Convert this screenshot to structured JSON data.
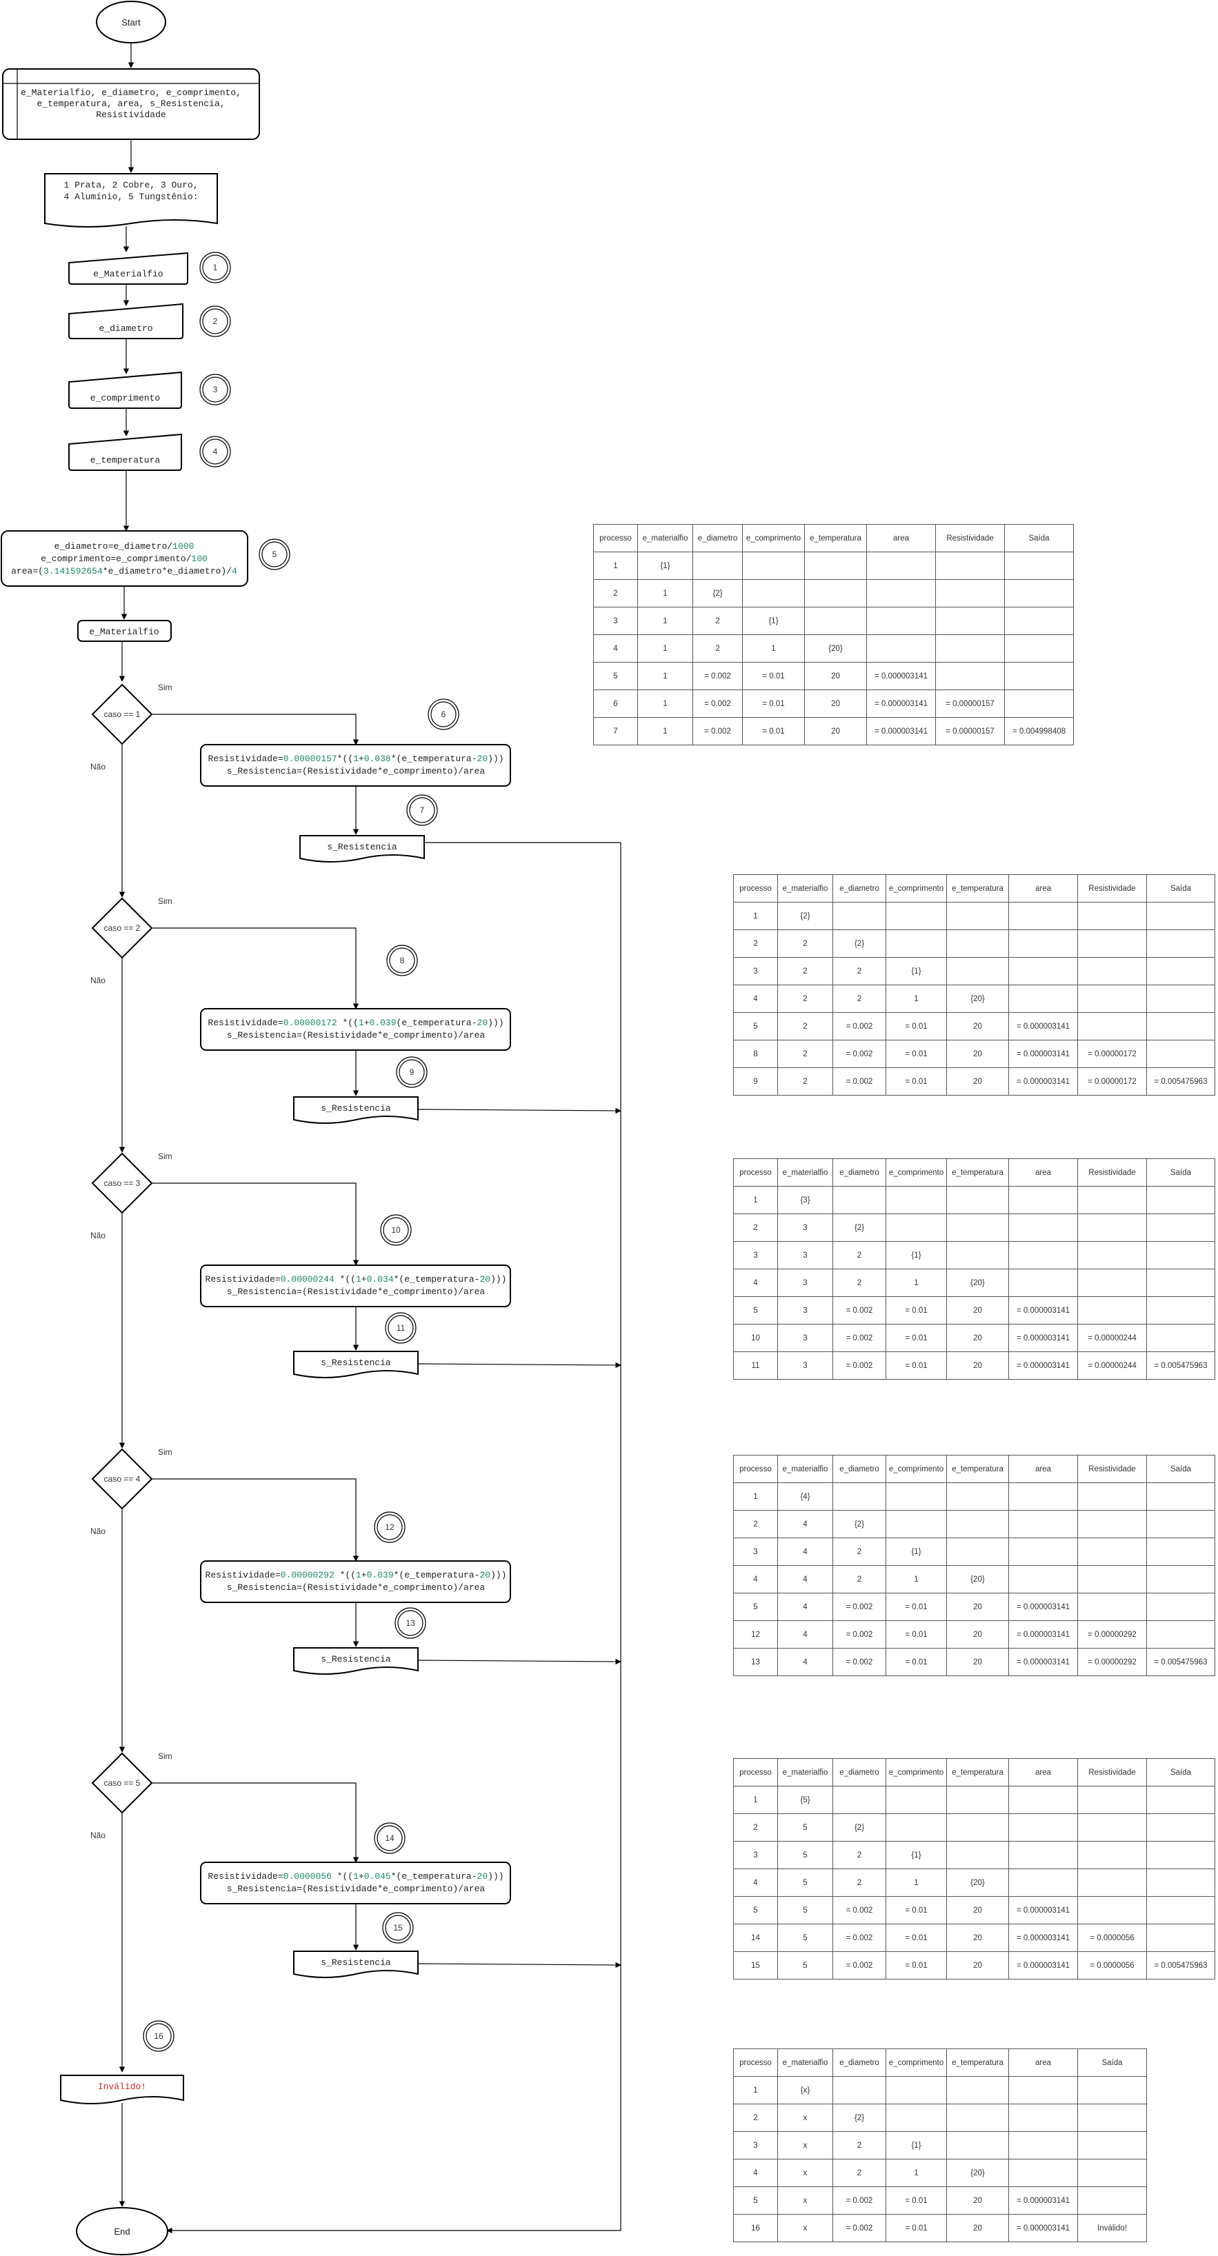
{
  "flow": {
    "start": "Start",
    "end": "End",
    "declare": [
      "e_Materialfio, e_diametro, e_comprimento,",
      "e_temperatura, area, s_Resistencia,",
      "Resistividade"
    ],
    "menu": [
      "1 Prata, 2 Cobre, 3 Ouro,",
      "4 Alumínio, 5 Tungstênio:"
    ],
    "inputs": [
      "e_Materialfio",
      "e_diametro",
      "e_comprimento",
      "e_temperatura"
    ],
    "calc": [
      "e_diametro=e_diametro/1000",
      "e_comprimento=e_comprimento/100",
      "area=(3.141592654*e_diametro*e_diametro)/4"
    ],
    "switch_var": "e_Materialfio",
    "yes": "Sim",
    "no": "Não",
    "cases": [
      {
        "cond": "caso == 1",
        "formula": "Resistividade=0.00000157*((1+0.038*(e_temperatura-20)))",
        "output": "s_Resistencia",
        "step_a": "6",
        "step_b": "7"
      },
      {
        "cond": "caso == 2",
        "formula": "Resistividade=0.00000172 *((1+0.039(e_temperatura-20)))",
        "output": "s_Resistencia",
        "step_a": "8",
        "step_b": "9"
      },
      {
        "cond": "caso == 3",
        "formula": "Resistividade=0.00000244 *((1+0.034*(e_temperatura-20)))",
        "output": "s_Resistencia",
        "step_a": "10",
        "step_b": "11"
      },
      {
        "cond": "caso == 4",
        "formula": "Resistividade=0.00000292 *((1+0.039*(e_temperatura-20)))",
        "output": "s_Resistencia",
        "step_a": "12",
        "step_b": "13"
      },
      {
        "cond": "caso == 5",
        "formula": "Resistividade=0.0000056 *((1+0.045*(e_temperatura-20)))",
        "output": "s_Resistencia",
        "step_a": "14",
        "step_b": "15"
      }
    ],
    "formula2": "s_Resistencia=(Resistividade*e_comprimento)/area",
    "invalid": "Inválido!",
    "steps": [
      "1",
      "2",
      "3",
      "4",
      "5",
      "16"
    ]
  },
  "tables": [
    {
      "header": [
        "processo",
        "e_materialfio",
        "e_diametro",
        "e_comprimento",
        "e_temperatura",
        "area",
        "Resistividade",
        "Saída"
      ],
      "rows": [
        [
          "1",
          "{1}",
          "",
          "",
          "",
          "",
          "",
          ""
        ],
        [
          "2",
          "1",
          "{2}",
          "",
          "",
          "",
          "",
          ""
        ],
        [
          "3",
          "1",
          "2",
          "{1}",
          "",
          "",
          "",
          ""
        ],
        [
          "4",
          "1",
          "2",
          "1",
          "{20}",
          "",
          "",
          ""
        ],
        [
          "5",
          "1",
          "= 0.002",
          "= 0.01",
          "20",
          "= 0.000003141",
          "",
          ""
        ],
        [
          "6",
          "1",
          "= 0.002",
          "= 0.01",
          "20",
          "= 0.000003141",
          "= 0.00000157",
          ""
        ],
        [
          "7",
          "1",
          "= 0.002",
          "= 0.01",
          "20",
          "= 0.000003141",
          "= 0.00000157",
          "= 0.004998408"
        ]
      ]
    },
    {
      "header": [
        "processo",
        "e_materialfio",
        "e_diametro",
        "e_comprimento",
        "e_temperatura",
        "area",
        "Resistividade",
        "Saída"
      ],
      "rows": [
        [
          "1",
          "{2}",
          "",
          "",
          "",
          "",
          "",
          ""
        ],
        [
          "2",
          "2",
          "{2}",
          "",
          "",
          "",
          "",
          ""
        ],
        [
          "3",
          "2",
          "2",
          "{1}",
          "",
          "",
          "",
          ""
        ],
        [
          "4",
          "2",
          "2",
          "1",
          "{20}",
          "",
          "",
          ""
        ],
        [
          "5",
          "2",
          "= 0.002",
          "= 0.01",
          "20",
          "= 0.000003141",
          "",
          ""
        ],
        [
          "8",
          "2",
          "= 0.002",
          "= 0.01",
          "20",
          "= 0.000003141",
          "= 0.00000172",
          ""
        ],
        [
          "9",
          "2",
          "= 0.002",
          "= 0.01",
          "20",
          "= 0.000003141",
          "= 0.00000172",
          "= 0.005475963"
        ]
      ]
    },
    {
      "header": [
        "processo",
        "e_materialfio",
        "e_diametro",
        "e_comprimento",
        "e_temperatura",
        "area",
        "Resistividade",
        "Saída"
      ],
      "rows": [
        [
          "1",
          "{3}",
          "",
          "",
          "",
          "",
          "",
          ""
        ],
        [
          "2",
          "3",
          "{2}",
          "",
          "",
          "",
          "",
          ""
        ],
        [
          "3",
          "3",
          "2",
          "{1}",
          "",
          "",
          "",
          ""
        ],
        [
          "4",
          "3",
          "2",
          "1",
          "{20}",
          "",
          "",
          ""
        ],
        [
          "5",
          "3",
          "= 0.002",
          "= 0.01",
          "20",
          "= 0.000003141",
          "",
          ""
        ],
        [
          "10",
          "3",
          "= 0.002",
          "= 0.01",
          "20",
          "= 0.000003141",
          "= 0.00000244",
          ""
        ],
        [
          "11",
          "3",
          "= 0.002",
          "= 0.01",
          "20",
          "= 0.000003141",
          "= 0.00000244",
          "= 0.005475963"
        ]
      ]
    },
    {
      "header": [
        "processo",
        "e_materialfio",
        "e_diametro",
        "e_comprimento",
        "e_temperatura",
        "area",
        "Resistividade",
        "Saída"
      ],
      "rows": [
        [
          "1",
          "{4}",
          "",
          "",
          "",
          "",
          "",
          ""
        ],
        [
          "2",
          "4",
          "{2}",
          "",
          "",
          "",
          "",
          ""
        ],
        [
          "3",
          "4",
          "2",
          "{1}",
          "",
          "",
          "",
          ""
        ],
        [
          "4",
          "4",
          "2",
          "1",
          "{20}",
          "",
          "",
          ""
        ],
        [
          "5",
          "4",
          "= 0.002",
          "= 0.01",
          "20",
          "= 0.000003141",
          "",
          ""
        ],
        [
          "12",
          "4",
          "= 0.002",
          "= 0.01",
          "20",
          "= 0.000003141",
          "= 0.00000292",
          ""
        ],
        [
          "13",
          "4",
          "= 0.002",
          "= 0.01",
          "20",
          "= 0.000003141",
          "= 0.00000292",
          "= 0.005475963"
        ]
      ]
    },
    {
      "header": [
        "processo",
        "e_materialfio",
        "e_diametro",
        "e_comprimento",
        "e_temperatura",
        "area",
        "Resistividade",
        "Saída"
      ],
      "rows": [
        [
          "1",
          "{5}",
          "",
          "",
          "",
          "",
          "",
          ""
        ],
        [
          "2",
          "5",
          "{2}",
          "",
          "",
          "",
          "",
          ""
        ],
        [
          "3",
          "5",
          "2",
          "{1}",
          "",
          "",
          "",
          ""
        ],
        [
          "4",
          "5",
          "2",
          "1",
          "{20}",
          "",
          "",
          ""
        ],
        [
          "5",
          "5",
          "= 0.002",
          "= 0.01",
          "20",
          "= 0.000003141",
          "",
          ""
        ],
        [
          "14",
          "5",
          "= 0.002",
          "= 0.01",
          "20",
          "= 0.000003141",
          "= 0.0000056",
          ""
        ],
        [
          "15",
          "5",
          "= 0.002",
          "= 0.01",
          "20",
          "= 0.000003141",
          "= 0.0000056",
          "= 0.005475963"
        ]
      ]
    },
    {
      "header": [
        "processo",
        "e_materialfio",
        "e_diametro",
        "e_comprimento",
        "e_temperatura",
        "area",
        "Saída"
      ],
      "rows": [
        [
          "1",
          "{x}",
          "",
          "",
          "",
          "",
          ""
        ],
        [
          "2",
          "x",
          "{2}",
          "",
          "",
          "",
          ""
        ],
        [
          "3",
          "x",
          "2",
          "{1}",
          "",
          "",
          ""
        ],
        [
          "4",
          "x",
          "2",
          "1",
          "{20}",
          "",
          ""
        ],
        [
          "5",
          "x",
          "= 0.002",
          "= 0.01",
          "20",
          "= 0.000003141",
          ""
        ],
        [
          "16",
          "x",
          "= 0.002",
          "= 0.01",
          "20",
          "= 0.000003141",
          "Inválido!"
        ]
      ]
    }
  ],
  "colors": {
    "line": "#000000",
    "number": "#1a8a5a",
    "invalid": "#c62828"
  }
}
